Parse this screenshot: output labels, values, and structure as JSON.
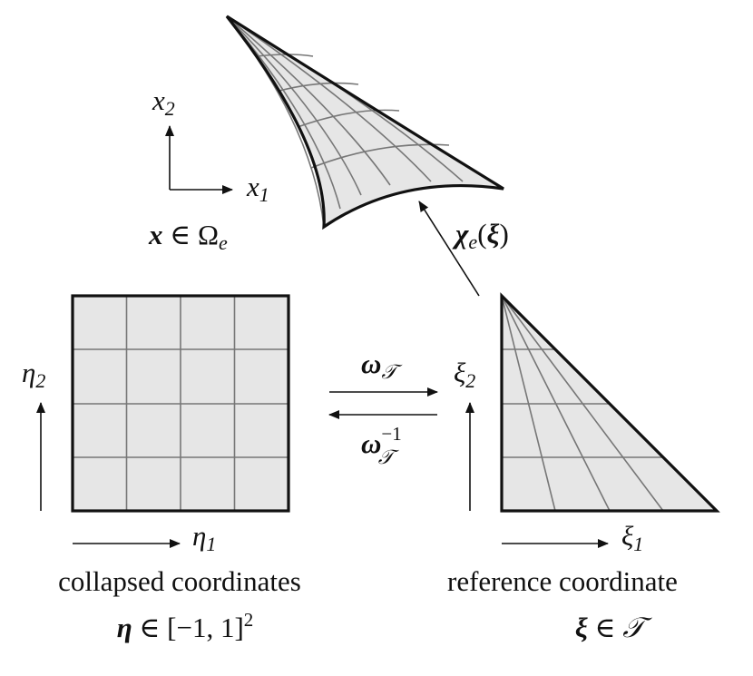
{
  "physical": {
    "axis_x_label": "x",
    "axis_x_sub": "1",
    "axis_y_label": "x",
    "axis_y_sub": "2",
    "set_var": "x",
    "set_rel": " ∈ Ω",
    "set_sub": "e"
  },
  "mapping": {
    "chi_symbol": "χ",
    "chi_sub": "e",
    "chi_open": "(",
    "chi_arg": "ξ",
    "chi_close": ")"
  },
  "collapsed": {
    "eta1_label": "η",
    "eta1_sub": "1",
    "eta2_label": "η",
    "eta2_sub": "2",
    "caption": "collapsed coordinates",
    "set_var": "η",
    "set_rel": " ∈ [−1, 1]",
    "set_sup": "2"
  },
  "transform": {
    "forward_symbol": "ω",
    "forward_sub": "𝒯",
    "inverse_symbol": "ω",
    "inverse_sub": "𝒯",
    "inverse_sup": "−1"
  },
  "reference": {
    "xi1_label": "ξ",
    "xi1_sub": "1",
    "xi2_label": "ξ",
    "xi2_sub": "2",
    "caption": "reference coordinate",
    "set_var": "ξ",
    "set_rel": " ∈ 𝒯"
  }
}
